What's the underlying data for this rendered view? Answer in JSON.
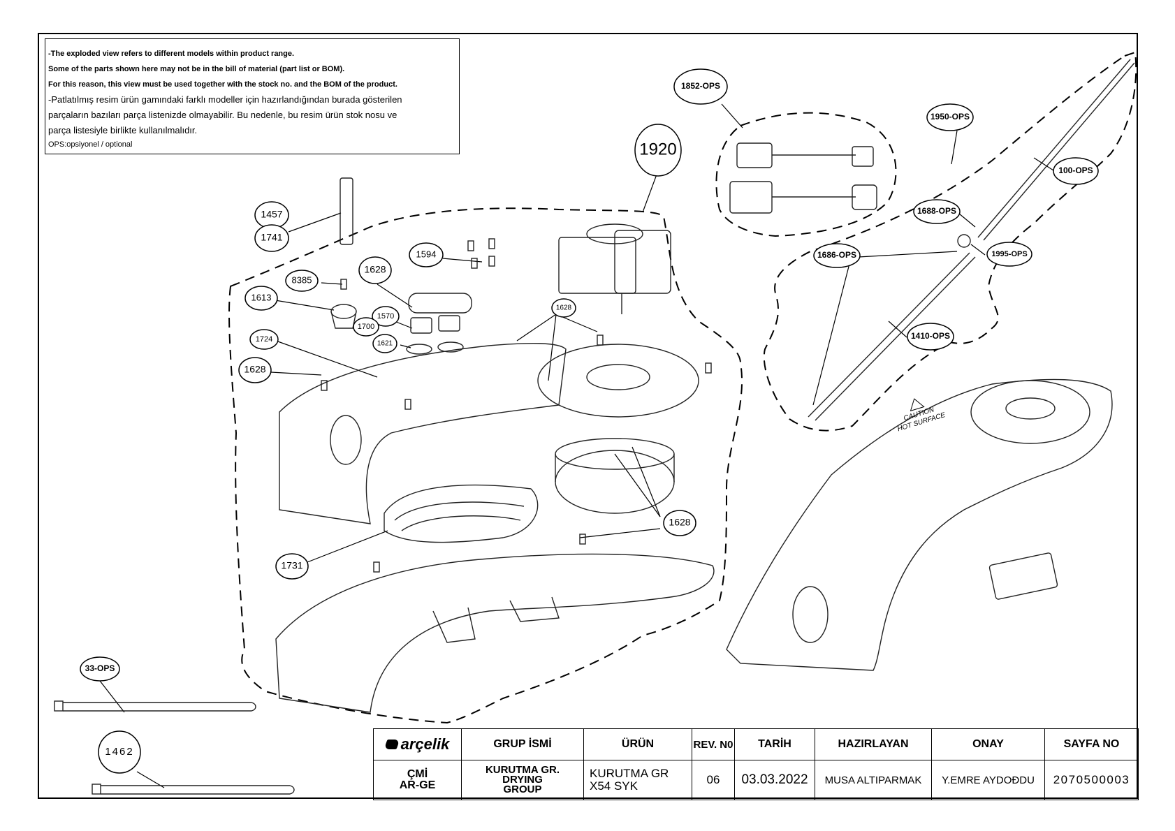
{
  "notes": {
    "line1": "-The exploded view refers to different models within product range.",
    "line2": "Some of the parts shown here may not be in the bill of material (part list or BOM).",
    "line3": "For this reason, this view must be used together with the stock no. and the BOM of the product.",
    "line4": "-Patlatılmış resim ürün gamındaki farklı modeller için hazırlandığından burada gösterilen",
    "line5": "parçaların bazıları parça listenizde olmayabilir. Bu nedenle, bu resim ürün stok nosu ve",
    "line6": "parça listesiyle birlikte kullanılmalıdır.",
    "line7": "OPS:opsiyonel / optional"
  },
  "callouts": {
    "c1920": "1920",
    "c1457": "1457",
    "c1741": "1741",
    "c1594": "1594",
    "c1628a": "1628",
    "c8385": "8385",
    "c1613": "1613",
    "c1570": "1570",
    "c1700": "1700",
    "c1628b": "1628",
    "c1724": "1724",
    "c1621": "1621",
    "c1628c": "1628",
    "c1628d": "1628",
    "c1731": "1731",
    "c33ops": "33-OPS",
    "c1462": "1462",
    "c1852ops": "1852-OPS",
    "c1950ops": "1950-OPS",
    "c100ops": "100-OPS",
    "c1688ops": "1688-OPS",
    "c1686ops": "1686-OPS",
    "c1995ops": "1995-OPS",
    "c1410ops": "1410-OPS"
  },
  "labels": {
    "caution1": "CAUTION",
    "caution2": "HOT SURFACE"
  },
  "titleblock": {
    "logo": "arçelik",
    "h_group": "GRUP İSMİ",
    "h_product": "ÜRÜN",
    "h_rev": "REV. N0",
    "h_date": "TARİH",
    "h_prepared": "HAZIRLAYAN",
    "h_approval": "ONAY",
    "h_page": "SAYFA NO",
    "dept1": "ÇMİ",
    "dept2": "AR-GE",
    "group1": "KURUTMA GR.",
    "group2": "DRYING",
    "group3": "GROUP",
    "product1": "KURUTMA GR",
    "product2": "X54 SYK",
    "rev": "06",
    "date": "03.03.2022",
    "prepared": "MUSA  ALTIPARMAK",
    "approval": "Y.EMRE AYDOĐDU",
    "page": "2070500003"
  }
}
